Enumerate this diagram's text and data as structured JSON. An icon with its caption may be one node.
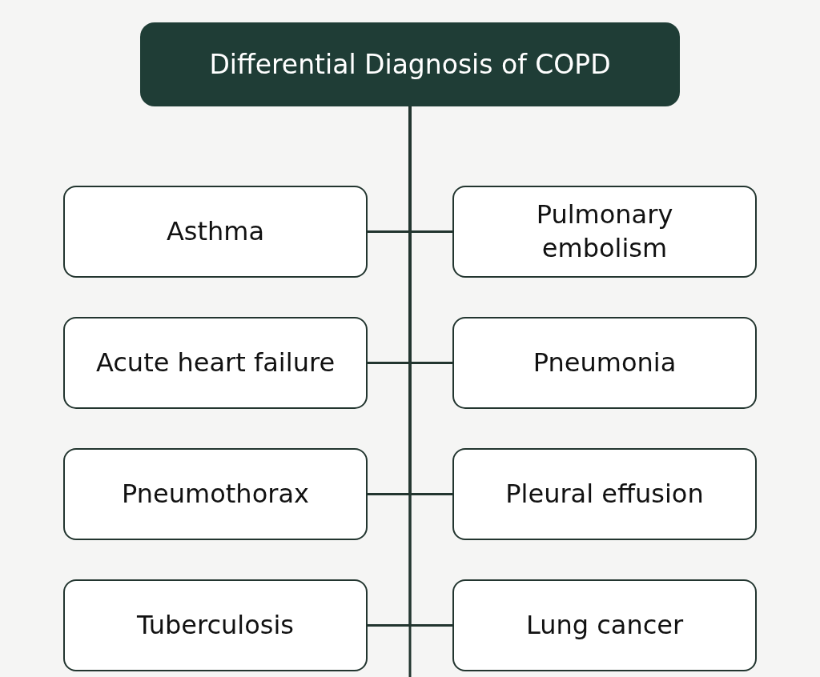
{
  "diagram": {
    "nodes": [
      {
        "text": [
          "Differential Diagnosis of COPD"
        ]
      },
      {
        "text": [
          "Asthma"
        ]
      },
      {
        "text": [
          "Pulmonary embolism"
        ]
      },
      {
        "text": [
          "Acute heart failure"
        ]
      },
      {
        "text": [
          "Pneumonia"
        ]
      },
      {
        "text": [
          "Pneumothorax"
        ]
      },
      {
        "text": [
          "Pleural effusion"
        ]
      },
      {
        "text": [
          "Tuberculosis"
        ]
      },
      {
        "text": [
          "Lung cancer"
        ]
      }
    ],
    "edges": [
      {
        "from": 0,
        "to": 1,
        "arrow": "none"
      },
      {
        "from": 0,
        "to": 2,
        "arrow": "none"
      },
      {
        "from": 0,
        "to": 3,
        "arrow": "none"
      },
      {
        "from": 0,
        "to": 4,
        "arrow": "none"
      },
      {
        "from": 0,
        "to": 5,
        "arrow": "none"
      },
      {
        "from": 0,
        "to": 6,
        "arrow": "none"
      },
      {
        "from": 0,
        "to": 7,
        "arrow": "none"
      },
      {
        "from": 0,
        "to": 8,
        "arrow": "none"
      }
    ]
  }
}
